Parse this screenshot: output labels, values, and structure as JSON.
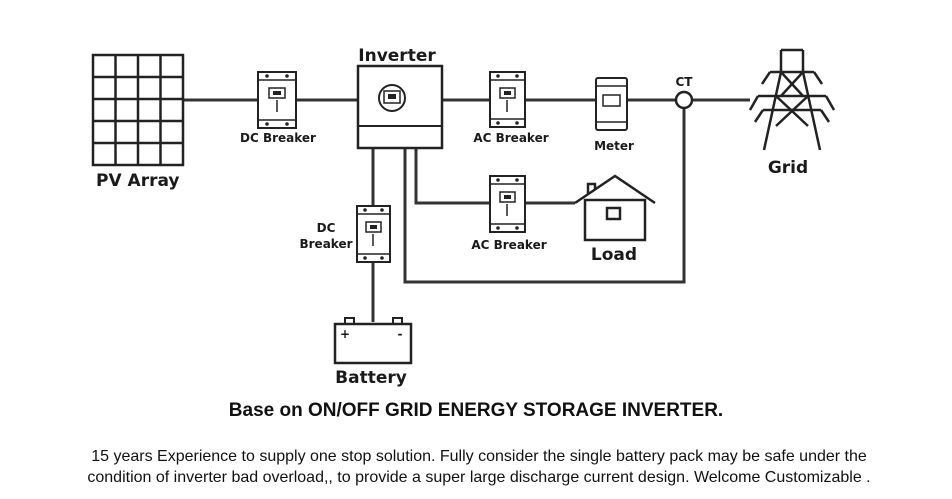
{
  "diagram": {
    "labels": {
      "pv_array": "PV Array",
      "inverter": "Inverter",
      "dc_breaker_pv": "DC Breaker",
      "ac_breaker_grid": "AC Breaker",
      "meter": "Meter",
      "ct": "CT",
      "grid": "Grid",
      "dc_breaker_batt_line1": "DC",
      "dc_breaker_batt_line2": "Breaker",
      "ac_breaker_load": "AC Breaker",
      "load": "Load",
      "battery": "Battery",
      "battery_plus": "+",
      "battery_minus": "-"
    }
  },
  "headline": "Base on ON/OFF GRID ENERGY STORAGE INVERTER.",
  "description": {
    "line1": "15 years Experience to supply one stop solution. Fully consider the single battery pack may be safe under the",
    "line2": "condition of inverter bad overload,,  to provide a super large discharge current design. Welcome  Customizable ."
  }
}
